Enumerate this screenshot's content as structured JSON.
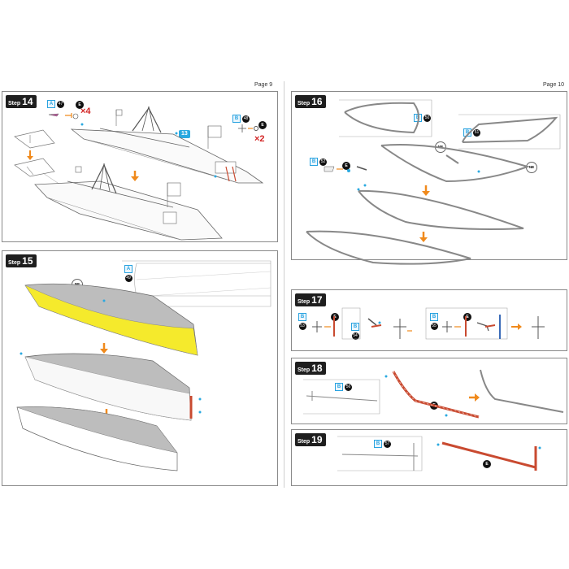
{
  "pages": {
    "left": "Page 9",
    "right": "Page 10"
  },
  "step_word": "Step",
  "steps": [
    {
      "number": "14",
      "callouts": [
        {
          "letter": "A",
          "num": "47"
        },
        {
          "letter": "B",
          "num": "48"
        }
      ],
      "multipliers": [
        "×4",
        "×2"
      ],
      "tag": {
        "label": "",
        "num": "13"
      },
      "circle_labels": [
        "E",
        "E"
      ]
    },
    {
      "number": "15",
      "callouts": [
        {
          "letter": "A",
          "num": "49"
        }
      ],
      "ne": "NE"
    },
    {
      "number": "16",
      "callouts": [
        {
          "letter": "B",
          "num": "50"
        },
        {
          "letter": "B",
          "num": "51"
        },
        {
          "letter": "B",
          "num": "52"
        }
      ],
      "ne": [
        "NE",
        "NE"
      ],
      "circle_labels": [
        "E"
      ]
    },
    {
      "number": "17",
      "callouts": [
        {
          "letter": "B",
          "num": "53"
        },
        {
          "letter": "B",
          "num": "54"
        },
        {
          "letter": "B",
          "num": "55"
        }
      ],
      "circle_labels": [
        "E",
        "E"
      ]
    },
    {
      "number": "18",
      "callouts": [
        {
          "letter": "B",
          "num": "56"
        }
      ],
      "circle_labels": [
        "E"
      ]
    },
    {
      "number": "19",
      "callouts": [
        {
          "letter": "B",
          "num": "57"
        }
      ],
      "circle_labels": [
        "E"
      ]
    }
  ],
  "colors": {
    "accent_blue": "#2aa9e0",
    "highlight_yellow": "#f5ea2c",
    "part_red": "#c94a30",
    "arrow_orange": "#f08a1c"
  }
}
